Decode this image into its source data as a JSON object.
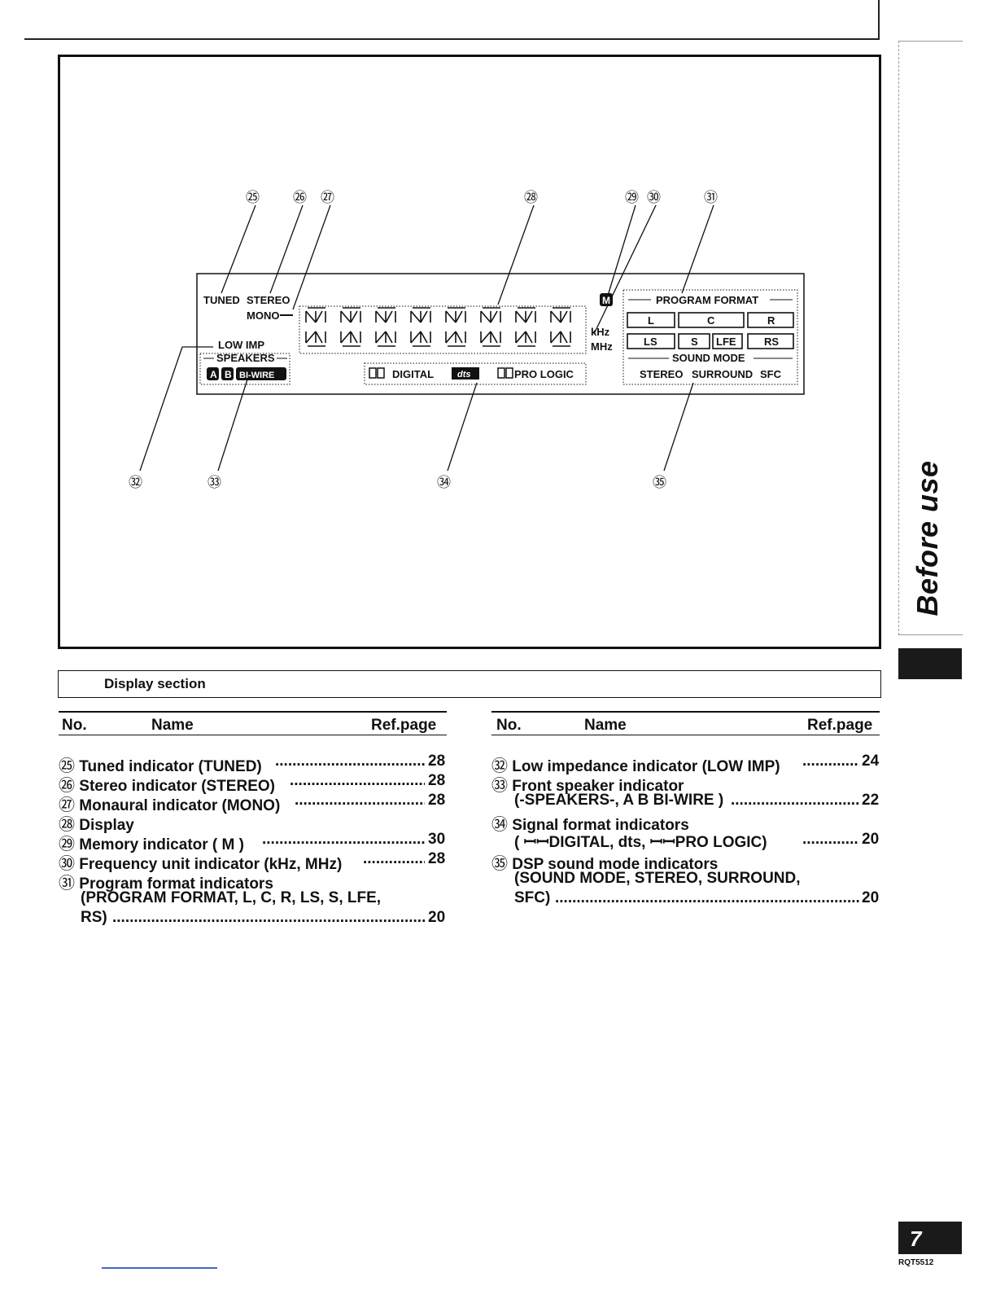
{
  "figure": {
    "callouts": [
      "㉕",
      "㉖",
      "㉗",
      "㉘",
      "㉙",
      "㉚",
      "㉛",
      "㉜",
      "㉝",
      "㉞",
      "㉟"
    ],
    "lcd": {
      "tuned": "TUNED",
      "stereo": "STEREO",
      "mono": "MONO",
      "low_imp": "LOW IMP",
      "speakers": "SPEAKERS",
      "spk_a": "A",
      "spk_b": "B",
      "biwire": "BI-WIRE",
      "digital": "DIGITAL",
      "dts": "dts",
      "pro_logic": "PRO LOGIC",
      "khz": "kHz",
      "mhz": "MHz",
      "memory": "M",
      "program_format": "PROGRAM FORMAT",
      "ch_l": "L",
      "ch_c": "C",
      "ch_r": "R",
      "ch_ls": "LS",
      "ch_s": "S",
      "ch_lfe": "LFE",
      "ch_rs": "RS",
      "sound_mode": "SOUND MODE",
      "sm_stereo": "STEREO",
      "sm_surround": "SURROUND",
      "sm_sfc": "SFC"
    }
  },
  "side_tab": "Before use",
  "caption": "Display section",
  "table_headers": {
    "no": "No.",
    "name": "Name",
    "ref": "Ref.page"
  },
  "left_entries": [
    {
      "no": "㉕",
      "lines": [
        "Tuned indicator (TUNED)"
      ],
      "page": "28"
    },
    {
      "no": "㉖",
      "lines": [
        "Stereo indicator (STEREO)"
      ],
      "page": "28"
    },
    {
      "no": "㉗",
      "lines": [
        "Monaural indicator (MONO)"
      ],
      "page": "28"
    },
    {
      "no": "㉘",
      "lines": [
        "Display"
      ],
      "page": ""
    },
    {
      "no": "㉙",
      "lines": [
        "Memory indicator ( M )"
      ],
      "page": "30"
    },
    {
      "no": "㉚",
      "lines": [
        "Frequency unit indicator (kHz, MHz)"
      ],
      "page": "28"
    },
    {
      "no": "㉛",
      "lines": [
        "Program format indicators",
        "(PROGRAM FORMAT, L, C, R, LS, S, LFE,",
        "RS)"
      ],
      "page": "20"
    }
  ],
  "right_entries": [
    {
      "no": "㉜",
      "lines": [
        "Low impedance indicator (LOW IMP)"
      ],
      "page": "24"
    },
    {
      "no": "㉝",
      "lines": [
        "Front speaker indicator",
        "(-SPEAKERS-, A B BI-WIRE )"
      ],
      "page": "22"
    },
    {
      "no": "㉞",
      "lines": [
        "Signal format indicators",
        "( ꟷꟷDIGITAL, dts, ꟷꟷPRO LOGIC)"
      ],
      "page": "20"
    },
    {
      "no": "㉟",
      "lines": [
        "DSP sound mode indicators",
        "(SOUND MODE, STEREO, SURROUND,",
        "SFC)"
      ],
      "page": "20"
    }
  ],
  "page_number": "7",
  "doc_code": "RQT5512"
}
